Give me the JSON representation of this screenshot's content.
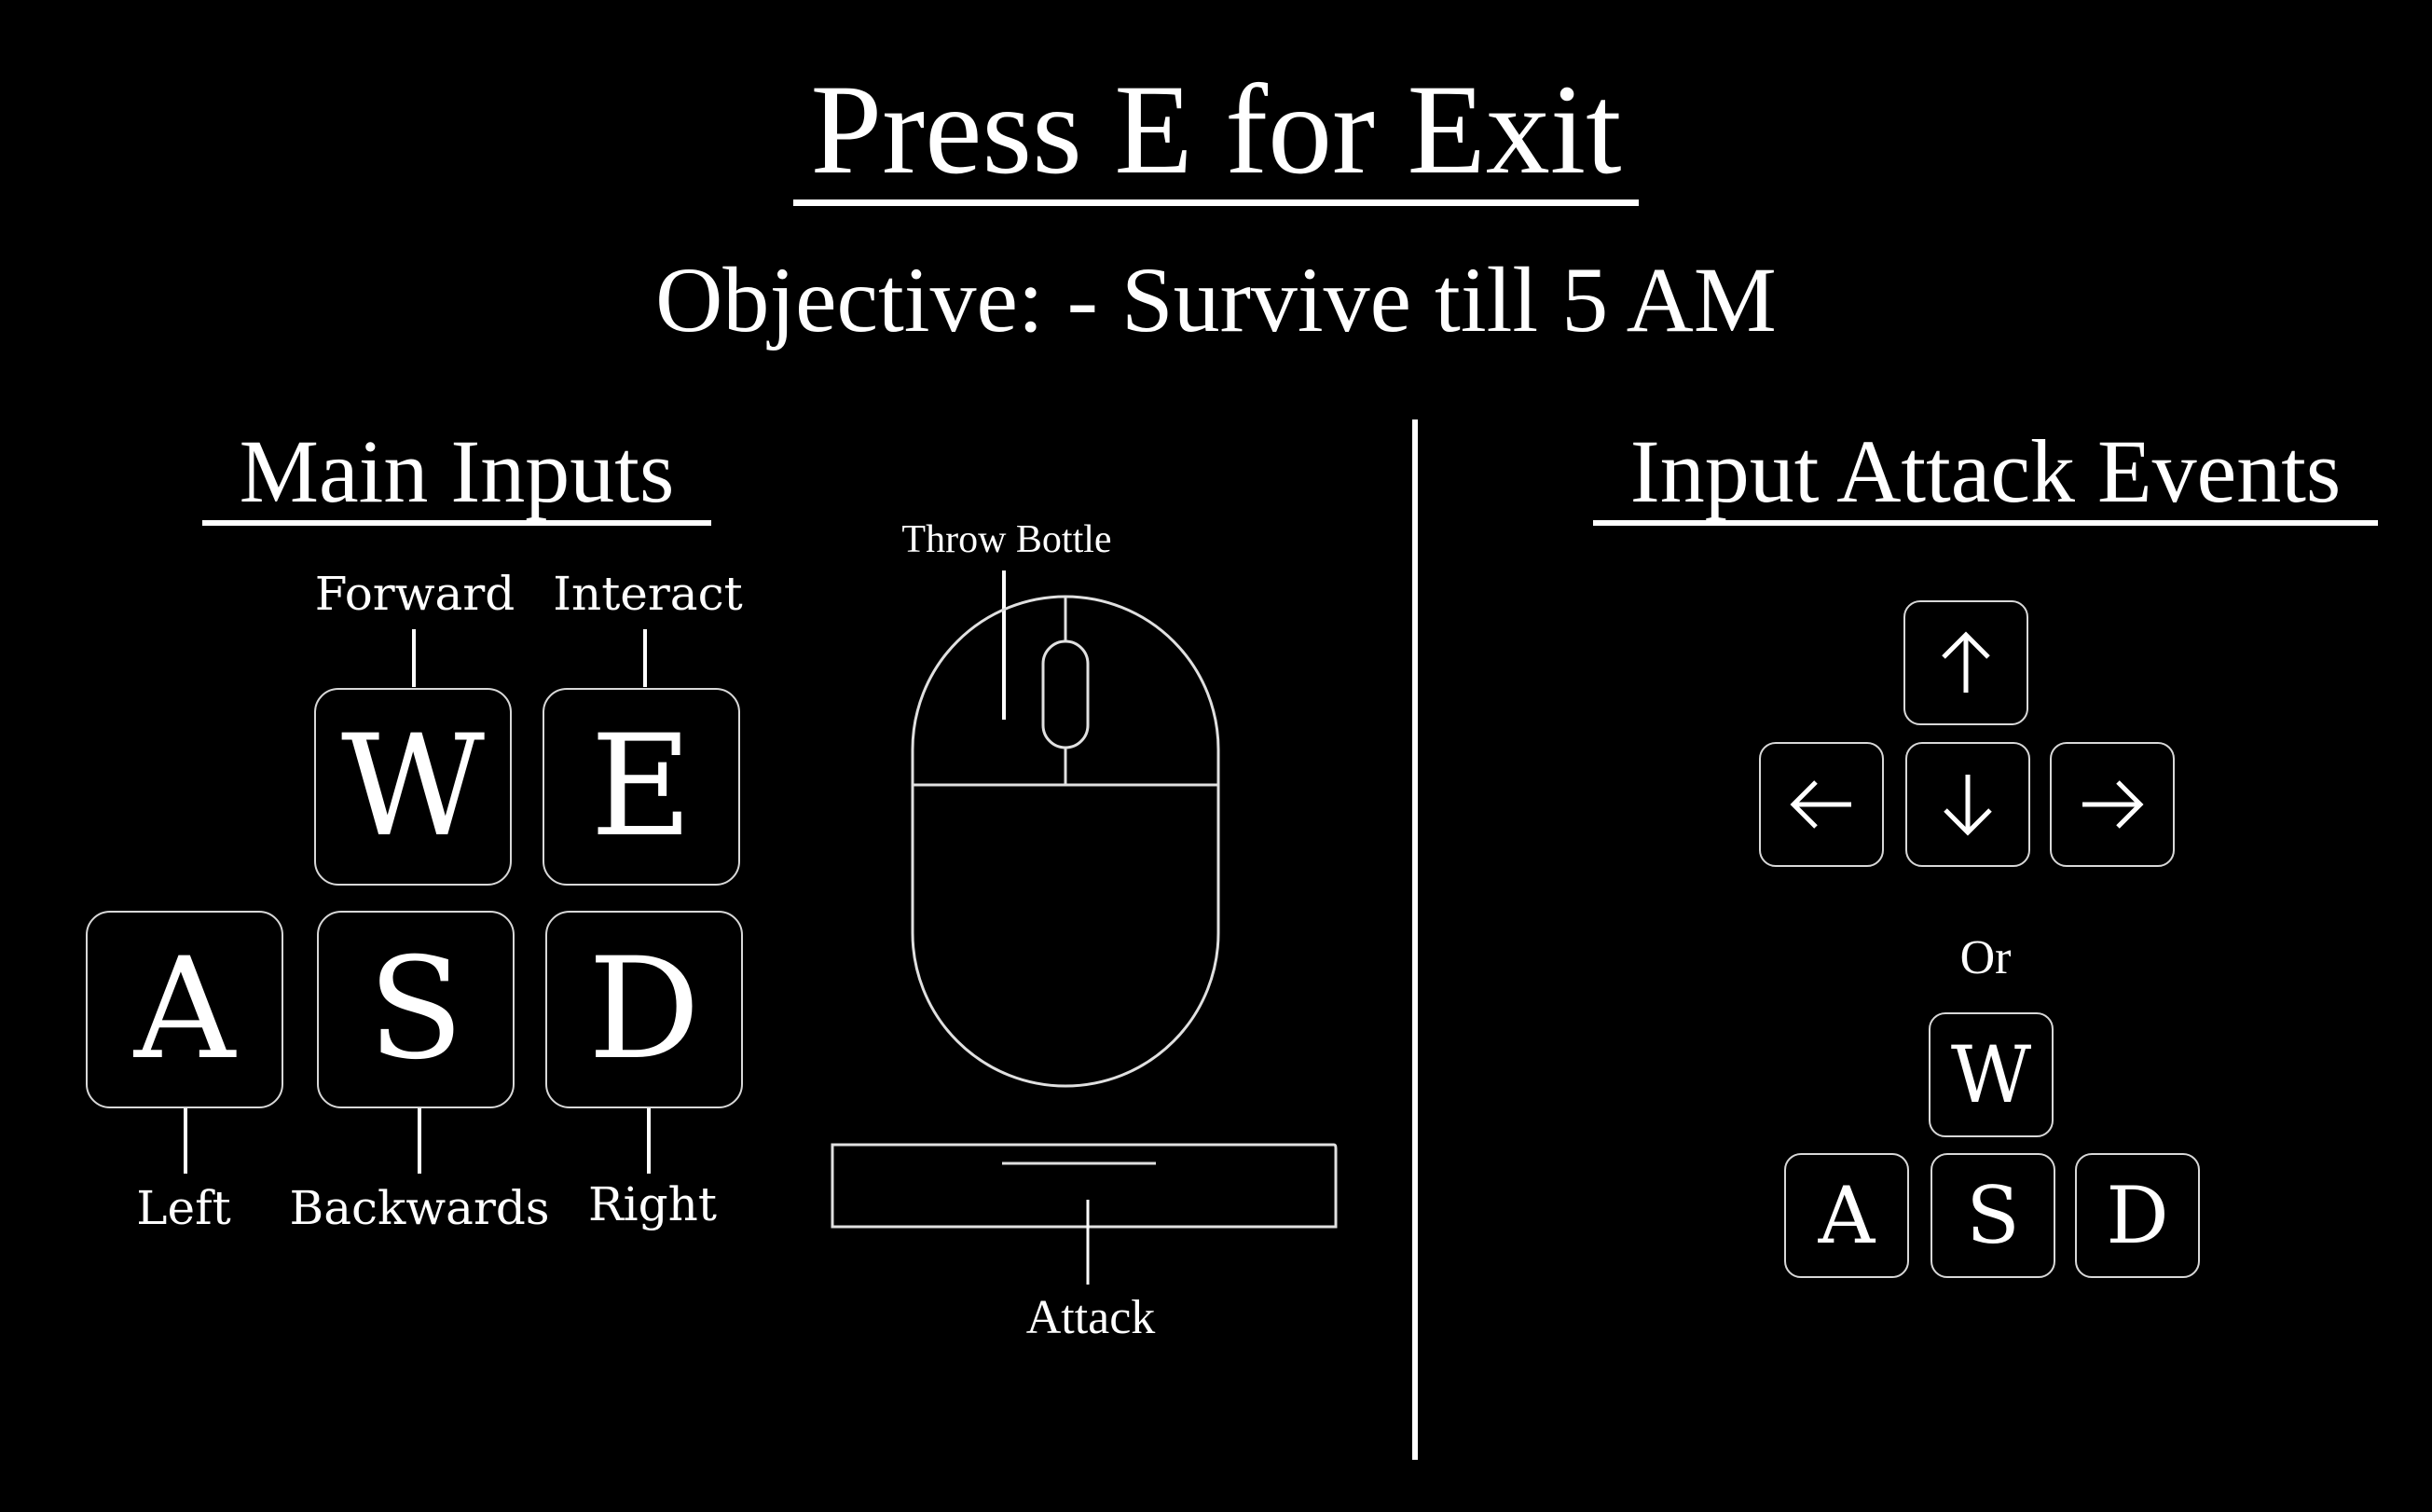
{
  "title": "Press E for Exit",
  "objective": "Objective: - Survive till 5 AM",
  "main_inputs": {
    "heading": "Main Inputs",
    "keys": {
      "w": "W",
      "e": "E",
      "a": "A",
      "s": "S",
      "d": "D"
    },
    "labels": {
      "forward": "Forward",
      "interact": "Interact",
      "left": "Left",
      "backwards": "Backwards",
      "right": "Right"
    },
    "mouse": {
      "throw_label": "Throw Bottle",
      "attack_label": "Attack",
      "mouse_icon": "mouse-icon",
      "mousepad_icon": "mousepad-icon"
    }
  },
  "attack_events": {
    "heading": "Input Attack Events",
    "arrows": [
      "arrow-up-icon",
      "arrow-left-icon",
      "arrow-down-icon",
      "arrow-right-icon"
    ],
    "or_label": "Or",
    "keys": {
      "w": "W",
      "a": "A",
      "s": "S",
      "d": "D"
    }
  },
  "colors": {
    "background": "#000000",
    "foreground": "#ffffff"
  }
}
